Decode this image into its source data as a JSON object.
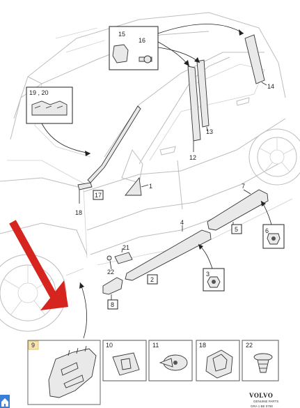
{
  "parts": {
    "p1": "1",
    "p2": "2",
    "p3": "3",
    "p4": "4",
    "p5": "5",
    "p6": "6",
    "p7": "7",
    "p8": "8",
    "p12": "12",
    "p13": "13",
    "p14": "14",
    "p15": "15",
    "p16": "16",
    "p17": "17",
    "p18": "18",
    "p19_20": "19 , 20",
    "p21": "21",
    "p22": "22"
  },
  "thumbnails": [
    {
      "label": "9"
    },
    {
      "label": "10"
    },
    {
      "label": "11"
    },
    {
      "label": "18"
    },
    {
      "label": "22"
    }
  ],
  "brand": {
    "name": "VOLVO",
    "subtitle": "GENUINE PARTS",
    "code": "GRA 1 BE 0708"
  },
  "colors": {
    "arrow": "#d6251e",
    "highlight_box": "#e8b84a",
    "home_icon": "#3a7fd5"
  }
}
